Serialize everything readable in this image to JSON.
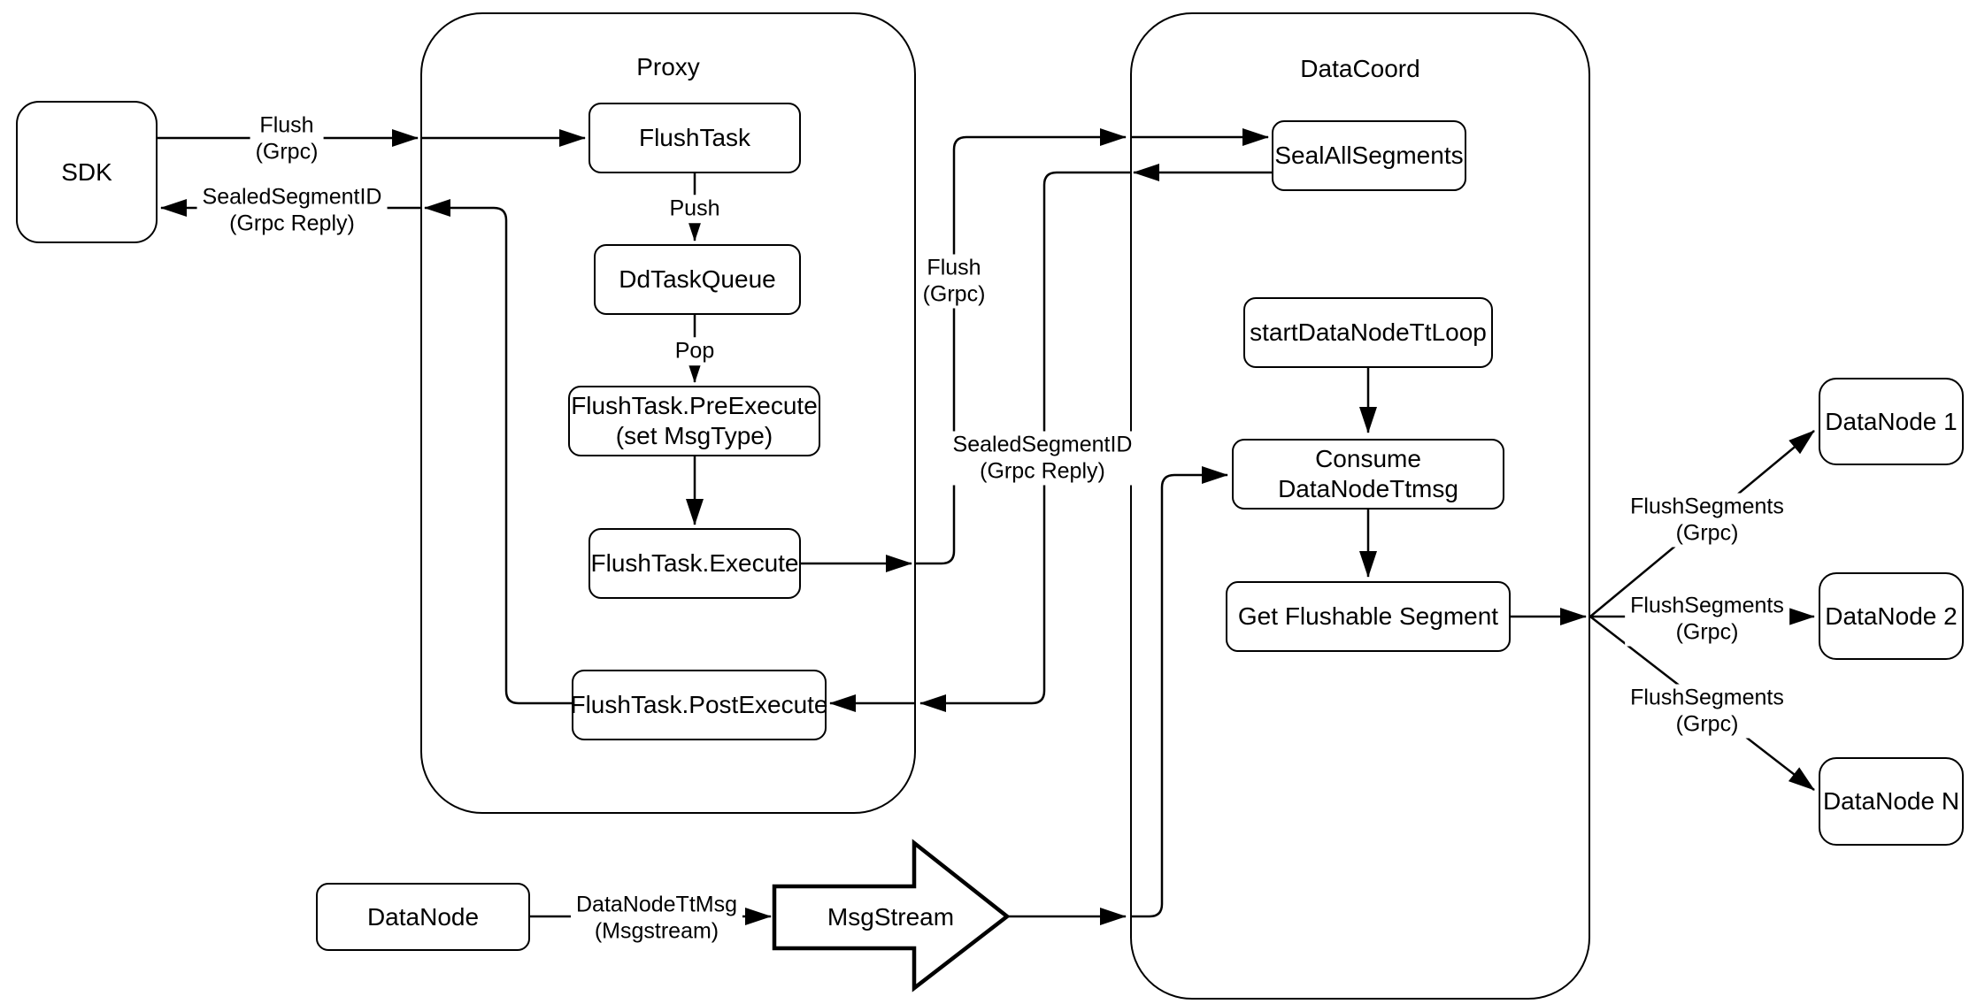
{
  "diagram": {
    "colors": {
      "stroke": "#000000",
      "background": "#ffffff",
      "shape_fill": "#ffffff"
    },
    "containers": {
      "proxy": {
        "label": "Proxy"
      },
      "datacoord": {
        "label": "DataCoord"
      }
    },
    "nodes": {
      "sdk": {
        "label": "SDK"
      },
      "flush_task": {
        "label": "FlushTask"
      },
      "dd_task_queue": {
        "label": "DdTaskQueue"
      },
      "pre_execute": {
        "label": "FlushTask.PreExecute\n(set MsgType)"
      },
      "execute": {
        "label": "FlushTask.Execute"
      },
      "post_execute": {
        "label": "FlushTask.PostExecute"
      },
      "seal_all_segments": {
        "label": "SealAllSegments"
      },
      "start_data_node_tt_loop": {
        "label": "startDataNodeTtLoop"
      },
      "consume_data_node_ttmsg": {
        "label": "Consume DataNodeTtmsg"
      },
      "get_flushable_segment": {
        "label": "Get Flushable Segment"
      },
      "datanode_1": {
        "label": "DataNode 1"
      },
      "datanode_2": {
        "label": "DataNode 2"
      },
      "datanode_n": {
        "label": "DataNode N"
      },
      "datanode": {
        "label": "DataNode"
      },
      "msgstream": {
        "label": "MsgStream"
      }
    },
    "edge_labels": {
      "flush_grpc_sdk": "Flush\n(Grpc)",
      "sealed_segment_id_sdk": "SealedSegmentID\n(Grpc Reply)",
      "push": "Push",
      "pop": "Pop",
      "flush_grpc_mid": "Flush\n(Grpc)",
      "sealed_segment_id_mid": "SealedSegmentID\n(Grpc Reply)",
      "flush_segments_1": "FlushSegments\n(Grpc)",
      "flush_segments_2": "FlushSegments\n(Grpc)",
      "flush_segments_3": "FlushSegments\n(Grpc)",
      "datanode_tt_msg": "DataNodeTtMsg\n(Msgstream)"
    }
  }
}
